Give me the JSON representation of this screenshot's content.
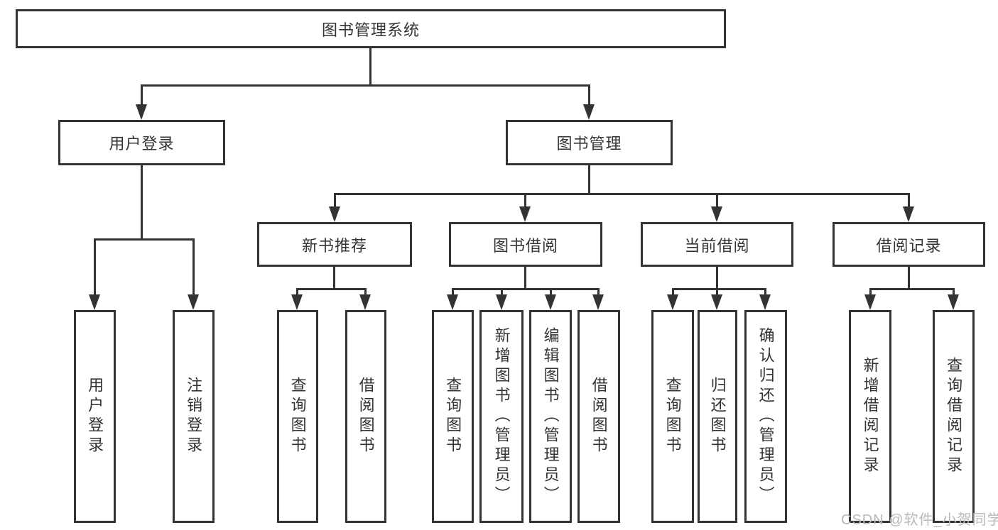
{
  "diagram": {
    "root_label": "图书管理系统",
    "level2": [
      {
        "label": "用户登录"
      },
      {
        "label": "图书管理"
      }
    ],
    "level3": [
      {
        "label": "新书推荐"
      },
      {
        "label": "图书借阅"
      },
      {
        "label": "当前借阅"
      },
      {
        "label": "借阅记录"
      }
    ],
    "leaves": [
      {
        "label": "用户登录"
      },
      {
        "label": "注销登录"
      },
      {
        "label": "查询图书"
      },
      {
        "label": "借阅图书"
      },
      {
        "label": "查询图书"
      },
      {
        "label": "新增图书（管理员）"
      },
      {
        "label": "编辑图书（管理员）"
      },
      {
        "label": "借阅图书"
      },
      {
        "label": "查询图书"
      },
      {
        "label": "归还图书"
      },
      {
        "label": "确认归还（管理员）"
      },
      {
        "label": "新增借阅记录"
      },
      {
        "label": "查询借阅记录"
      }
    ]
  },
  "watermark": {
    "text": "CSDN @软件_小贺同学"
  },
  "colors": {
    "line": "#333333",
    "text": "#333333",
    "background": "#ffffff",
    "watermark": "#b9b9b9"
  }
}
